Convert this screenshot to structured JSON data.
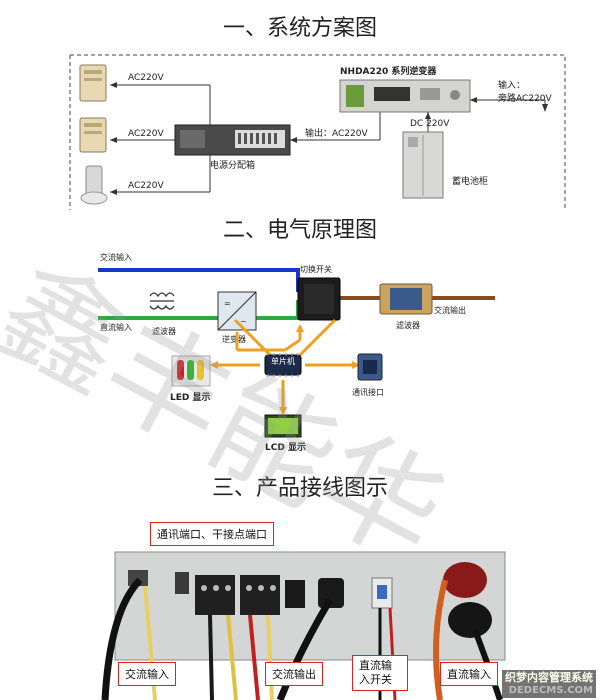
{
  "sections": {
    "s1": "一、系统方案图",
    "s2": "二、电气原理图",
    "s3": "三、产品接线图示"
  },
  "system": {
    "ac1": "AC220V",
    "ac2": "AC220V",
    "ac3": "AC220V",
    "inverter": "NHDA220 系列逆变器",
    "input_label": "输入：",
    "bypass": "旁路AC220V",
    "dc": "DC 220V",
    "output": "输出：AC220V",
    "distribution": "电源分配箱",
    "battery": "蓄电池柜"
  },
  "electrical": {
    "ac_input": "交流输入",
    "dc_input": "直流输入",
    "filter1": "滤波器",
    "inverter": "逆变器",
    "switch": "切换开关",
    "filter2": "滤波器",
    "ac_output": "交流输出",
    "mcu": "单片机",
    "comm_port": "通讯接口",
    "led": "LED 显示",
    "lcd": "LCD 显示"
  },
  "wiring": {
    "comm_dry": "通讯端口、干接点端口",
    "ac_in": "交流输入",
    "ac_out": "交流输出",
    "dc_switch": "直流输\n入开关",
    "dc_in": "直流输入"
  },
  "watermark": "鑫丰能华",
  "footer": {
    "cn": "织梦内容管理系统",
    "url": "DEDECMS.COM"
  },
  "colors": {
    "blue_line": "#1836c8",
    "green_line": "#2ea844",
    "brown_line": "#8b4a1a",
    "orange_arrow": "#f0a020",
    "red_callout": "#dd2222"
  }
}
